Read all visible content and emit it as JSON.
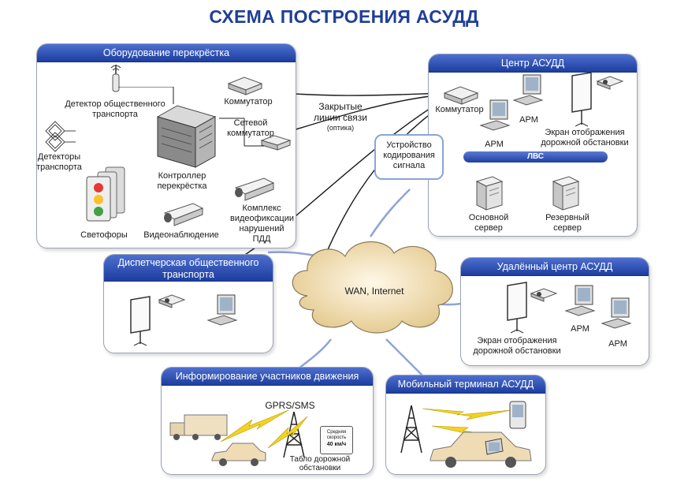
{
  "title": "СХЕМА ПОСТРОЕНИЯ АСУДД",
  "panels": {
    "intersection": {
      "header": "Оборудование перекрёстка",
      "labels": {
        "pt_detector": "Детектор общественного транспорта",
        "switch": "Коммутатор",
        "net_switch": "Сетевой коммутатор",
        "detectors": "Детекторы транспорта",
        "controller": "Контроллер перекрёстка",
        "traffic_lights": "Светофоры",
        "video": "Видеонаблюдение",
        "violations": "Комплекс видеофиксации нарушений ПДД"
      }
    },
    "center": {
      "header": "Центр АСУДД",
      "labels": {
        "switch": "Коммутатор",
        "arm1": "АРМ",
        "arm2": "АРМ",
        "screen": "Экран отображения дорожной обстановки",
        "lan": "ЛВС",
        "main_server": "Основной сервер",
        "backup_server": "Резервный сервер"
      }
    },
    "dispatch": {
      "header": "Диспетчерская общественного транспорта"
    },
    "remote": {
      "header": "Удалённый центр АСУДД",
      "labels": {
        "screen": "Экран отображения дорожной обстановки",
        "arm1": "АРМ",
        "arm2": "АРМ"
      }
    },
    "info": {
      "header": "Информирование участников движения",
      "labels": {
        "gprs": "GPRS/SMS",
        "sign_line1": "Средняя скорость",
        "sign_line2": "40 км/ч",
        "board": "Табло дорожной обстановки"
      }
    },
    "mobile": {
      "header": "Мобильный терминал АСУДД"
    }
  },
  "closed_lines": {
    "main": "Закрытые линии связи",
    "sub": "(оптика)"
  },
  "coding_device": "Устройство кодирования сигнала",
  "cloud": "WAN, Internet"
}
